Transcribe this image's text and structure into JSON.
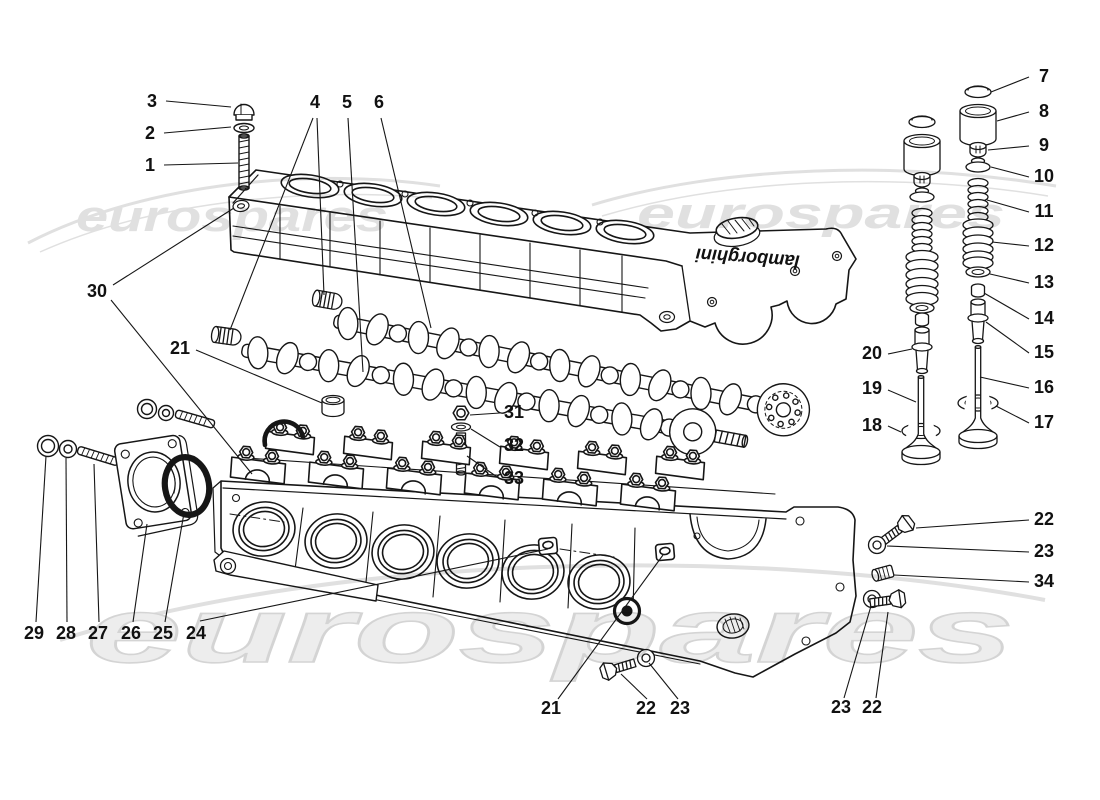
{
  "colors": {
    "line_color": "#161616",
    "label_color": "#111111",
    "watermark_color": "#e0e0e0",
    "watermark_bottom_color": "#ededed",
    "watermark_outline_color": "#d4d4d4",
    "background_color": "#ffffff"
  },
  "watermark": {
    "text": "eurospares"
  },
  "cover": {
    "logo_text": "lamborghini"
  },
  "callouts": [
    {
      "text": "3"
    },
    {
      "text": "2"
    },
    {
      "text": "1"
    },
    {
      "text": "4"
    },
    {
      "text": "5"
    },
    {
      "text": "6"
    },
    {
      "text": "30"
    },
    {
      "text": "21"
    },
    {
      "text": "7"
    },
    {
      "text": "8"
    },
    {
      "text": "9"
    },
    {
      "text": "10"
    },
    {
      "text": "11"
    },
    {
      "text": "12"
    },
    {
      "text": "13"
    },
    {
      "text": "14"
    },
    {
      "text": "15"
    },
    {
      "text": "16"
    },
    {
      "text": "17"
    },
    {
      "text": "20"
    },
    {
      "text": "19"
    },
    {
      "text": "18"
    },
    {
      "text": "31"
    },
    {
      "text": "32"
    },
    {
      "text": "33"
    },
    {
      "text": "22"
    },
    {
      "text": "23"
    },
    {
      "text": "34"
    },
    {
      "text": "29"
    },
    {
      "text": "28"
    },
    {
      "text": "27"
    },
    {
      "text": "26"
    },
    {
      "text": "25"
    },
    {
      "text": "24"
    },
    {
      "text": "21"
    },
    {
      "text": "22"
    },
    {
      "text": "23"
    },
    {
      "text": "23"
    },
    {
      "text": "22"
    }
  ]
}
